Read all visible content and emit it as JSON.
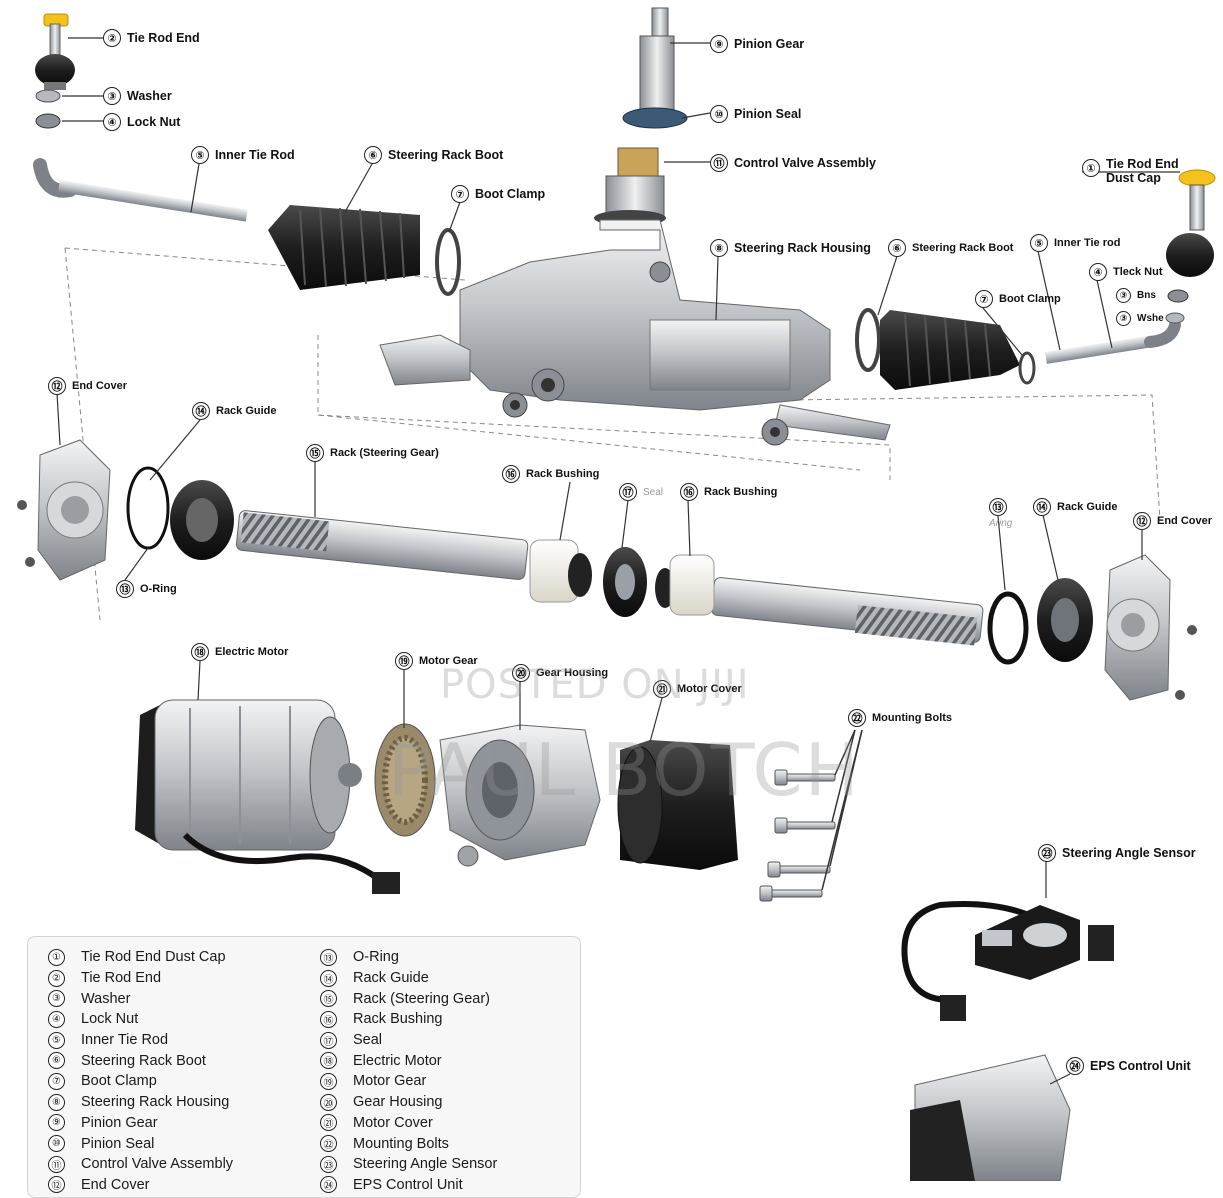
{
  "callouts": [
    {
      "n": "②",
      "t": "Tie Rod End"
    },
    {
      "n": "③",
      "t": "Washer"
    },
    {
      "n": "④",
      "t": "Lock Nut"
    },
    {
      "n": "⑤",
      "t": "Inner Tie Rod"
    },
    {
      "n": "⑥",
      "t": "Steering Rack Boot"
    },
    {
      "n": "⑦",
      "t": "Boot Clamp"
    },
    {
      "n": "⑨",
      "t": "Pinion Gear"
    },
    {
      "n": "⑩",
      "t": "Pinion Seal"
    },
    {
      "n": "⑪",
      "t": "Control Valve Assembly"
    },
    {
      "n": "①",
      "t": "Tie Rod End"
    },
    {
      "n": "⑧",
      "t": "Steering Rack Housing"
    },
    {
      "n": "⑥",
      "t": "Steering Rack Boot"
    },
    {
      "n": "⑤",
      "t": "Inner Tie rod"
    },
    {
      "n": "④",
      "t": "Tleck Nut"
    },
    {
      "n": "⑦",
      "t": "Boot Clamp"
    },
    {
      "n": "③",
      "t": "Bns"
    },
    {
      "n": "③",
      "t": "Wshe"
    },
    {
      "n": "⑫",
      "t": "End Cover"
    },
    {
      "n": "⑭",
      "t": "Rack Guide"
    },
    {
      "n": "⑮",
      "t": "Rack (Steering Gear)"
    },
    {
      "n": "⑯",
      "t": "Rack Bushing"
    },
    {
      "n": "⑰",
      "t": "Seal"
    },
    {
      "n": "⑯",
      "t": "Rack Bushing"
    },
    {
      "n": "⑬",
      "t": "O-Ring"
    },
    {
      "n": "⑬",
      "t": "Aring"
    },
    {
      "n": "⑭",
      "t": "Rack Guide"
    },
    {
      "n": "⑫",
      "t": "End Cover"
    },
    {
      "n": "⑱",
      "t": "Electric Motor"
    },
    {
      "n": "⑲",
      "t": "Motor Gear"
    },
    {
      "n": "⑳",
      "t": "Gear Housing"
    },
    {
      "n": "㉑",
      "t": "Motor Cover"
    },
    {
      "n": "㉒",
      "t": "Mounting Bolts"
    },
    {
      "n": "㉓",
      "t": "Steering Angle Sensor"
    },
    {
      "n": "㉔",
      "t": "EPS Control Unit"
    }
  ],
  "callout_extra": {
    "dust_cap_line2": "Dust Cap"
  },
  "legend": {
    "left": [
      {
        "n": "①",
        "t": "Tie Rod End Dust Cap"
      },
      {
        "n": "②",
        "t": "Tie Rod End"
      },
      {
        "n": "③",
        "t": "Washer"
      },
      {
        "n": "④",
        "t": "Lock Nut"
      },
      {
        "n": "⑤",
        "t": "Inner Tie Rod"
      },
      {
        "n": "⑥",
        "t": "Steering Rack Boot"
      },
      {
        "n": "⑦",
        "t": "Boot Clamp"
      },
      {
        "n": "⑧",
        "t": "Steering Rack Housing"
      },
      {
        "n": "⑨",
        "t": "Pinion Gear"
      },
      {
        "n": "⑩",
        "t": "Pinion Seal"
      },
      {
        "n": "⑪",
        "t": "Control Valve Assembly"
      },
      {
        "n": "⑫",
        "t": "End Cover"
      }
    ],
    "right": [
      {
        "n": "⑬",
        "t": "O-Ring"
      },
      {
        "n": "⑭",
        "t": "Rack Guide"
      },
      {
        "n": "⑮",
        "t": "Rack (Steering Gear)"
      },
      {
        "n": "⑯",
        "t": "Rack Bushing"
      },
      {
        "n": "⑰",
        "t": "Seal"
      },
      {
        "n": "⑱",
        "t": "Electric Motor"
      },
      {
        "n": "⑲",
        "t": "Motor Gear"
      },
      {
        "n": "⑳",
        "t": "Gear Housing"
      },
      {
        "n": "㉑",
        "t": "Motor Cover"
      },
      {
        "n": "㉒",
        "t": "Mounting Bolts"
      },
      {
        "n": "㉓",
        "t": "Steering Angle Sensor"
      },
      {
        "n": "㉔",
        "t": "EPS Control Unit"
      }
    ]
  },
  "watermark": {
    "line1": "POSTED ON JIJI",
    "line2": "PAUL BOTCH"
  },
  "colors": {
    "metal": "#c8cbcf",
    "metal_dark": "#8d9197",
    "rubber": "#1c1c1c",
    "white_nylon": "#f1efe6",
    "dust_cap": "#f4c21a",
    "seal_blue": "#3c5a78"
  }
}
